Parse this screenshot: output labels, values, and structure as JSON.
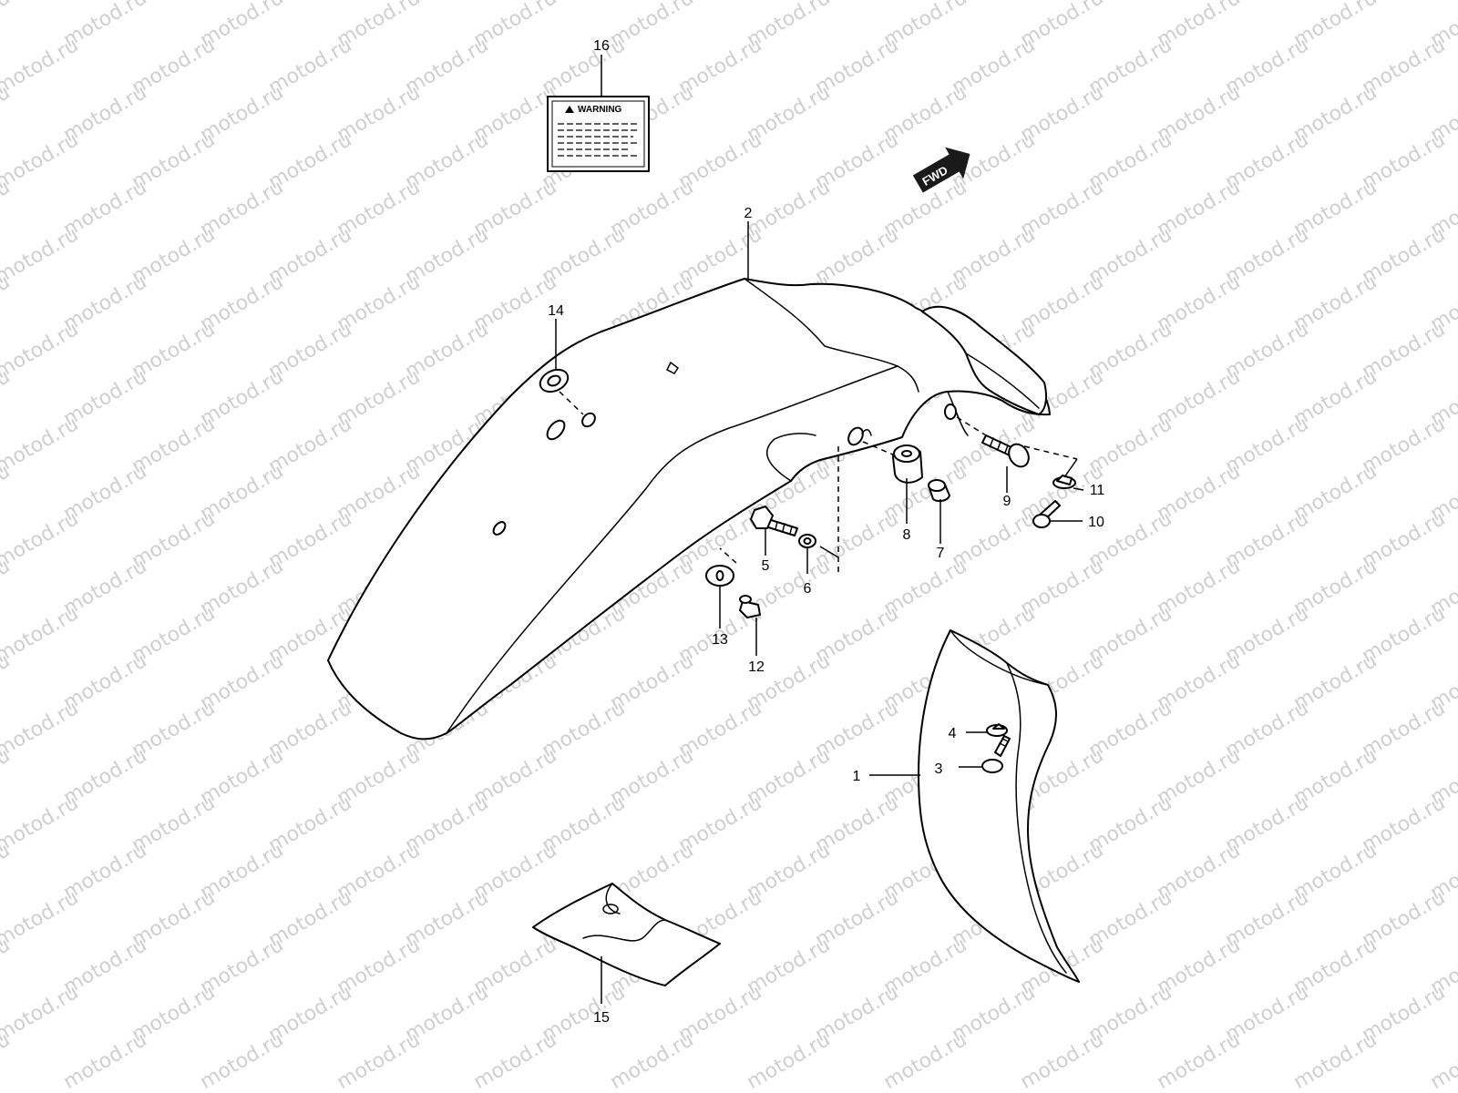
{
  "watermark": {
    "text": "motod.ru",
    "color": "#cfcfcf"
  },
  "label_sticker": {
    "heading": "WARNING"
  },
  "direction_badge": {
    "text": "FWD"
  },
  "callouts": [
    {
      "id": "c1",
      "text": "1"
    },
    {
      "id": "c2",
      "text": "2"
    },
    {
      "id": "c3",
      "text": "3"
    },
    {
      "id": "c4",
      "text": "4"
    },
    {
      "id": "c5",
      "text": "5"
    },
    {
      "id": "c6",
      "text": "6"
    },
    {
      "id": "c7",
      "text": "7"
    },
    {
      "id": "c8",
      "text": "8"
    },
    {
      "id": "c9",
      "text": "9"
    },
    {
      "id": "c10",
      "text": "10"
    },
    {
      "id": "c11",
      "text": "11"
    },
    {
      "id": "c12",
      "text": "12"
    },
    {
      "id": "c13",
      "text": "13"
    },
    {
      "id": "c14",
      "text": "14"
    },
    {
      "id": "c15",
      "text": "15"
    },
    {
      "id": "c16",
      "text": "16"
    }
  ]
}
